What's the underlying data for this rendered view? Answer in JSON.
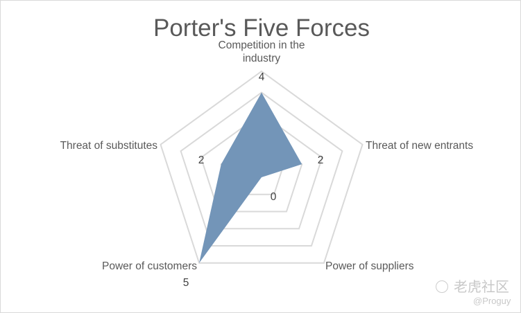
{
  "chart_data": {
    "type": "radar",
    "title": "Porter's Five Forces",
    "categories": [
      "Competition in the industry",
      "Threat of new entrants",
      "Power of suppliers",
      "Power of customers",
      "Threat of substitutes"
    ],
    "category_lines": [
      [
        "Competition in the",
        "industry"
      ],
      [
        "Threat of new entrants"
      ],
      [
        "Power of suppliers"
      ],
      [
        "Power of customers"
      ],
      [
        "Threat of substitutes"
      ]
    ],
    "values": [
      4,
      2,
      0,
      5,
      2
    ],
    "data_labels": [
      "4",
      "2",
      "0",
      "5",
      "2"
    ],
    "rlim": [
      0,
      5
    ],
    "ring_step": 1,
    "grid": true,
    "legend": "none",
    "colors": {
      "fill": "#7395b8",
      "grid": "#d9d9d9",
      "text": "#595959",
      "title": "#595959"
    }
  },
  "watermark": {
    "brand": "老虎社区",
    "handle": "@Proguy"
  }
}
